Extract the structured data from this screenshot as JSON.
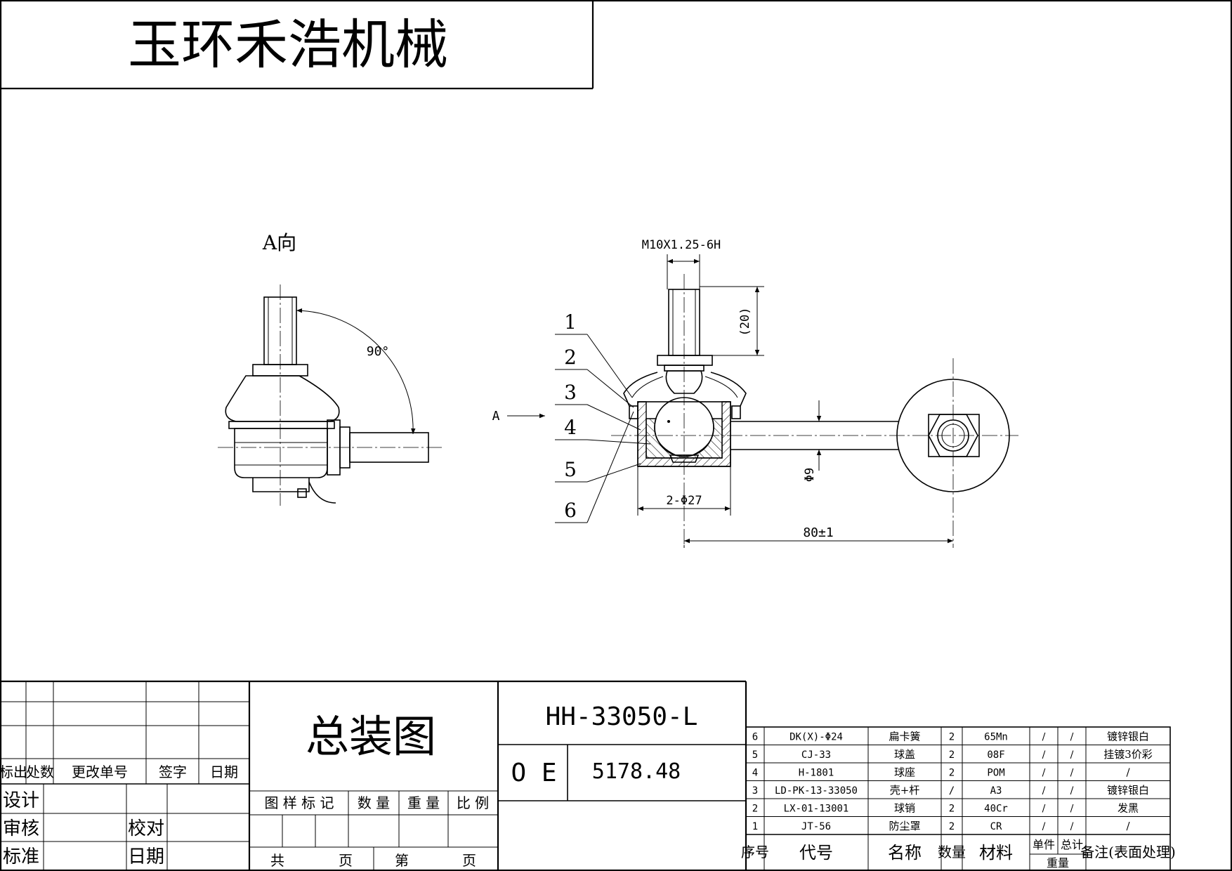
{
  "company": "玉环禾浩机械",
  "drawing": {
    "view_a_label": "A向",
    "angle": "90°",
    "thread": "M10X1.25-6H",
    "dim_20": "(20)",
    "dim_phi9": "Φ9",
    "dim_2phi27": "2-Φ27",
    "dim_80": "80±1",
    "arrow_a": "A",
    "callouts": [
      "1",
      "2",
      "3",
      "4",
      "5",
      "6"
    ]
  },
  "title_block": {
    "title": "总装图",
    "part_no": "HH-33050-L",
    "oe_label": "O E",
    "oe_number": "5178.48",
    "rev_headers": [
      "标出",
      "处数",
      "更改单号",
      "签字",
      "日期"
    ],
    "sign_rows": [
      "设计",
      "审核",
      "标准"
    ],
    "sign_right": [
      "校对",
      "日期"
    ],
    "mid_headers": [
      "图 样 标 记",
      "数 量",
      "重 量",
      "比 例"
    ],
    "sheet_row": [
      "共",
      "页",
      "第",
      "页"
    ]
  },
  "bom": {
    "rows": [
      {
        "seq": "6",
        "code": "DK(X)-Φ24",
        "name": "扁卡簧",
        "qty": "2",
        "mat": "65Mn",
        "unit": "/",
        "total": "/",
        "note": "镀锌银白"
      },
      {
        "seq": "5",
        "code": "CJ-33",
        "name": "球盖",
        "qty": "2",
        "mat": "08F",
        "unit": "/",
        "total": "/",
        "note": "挂镀3价彩"
      },
      {
        "seq": "4",
        "code": "H-1801",
        "name": "球座",
        "qty": "2",
        "mat": "POM",
        "unit": "/",
        "total": "/",
        "note": "/"
      },
      {
        "seq": "3",
        "code": "LD-PK-13-33050",
        "name": "壳+杆",
        "qty": "/",
        "mat": "A3",
        "unit": "/",
        "total": "/",
        "note": "镀锌银白"
      },
      {
        "seq": "2",
        "code": "LX-01-13001",
        "name": "球销",
        "qty": "2",
        "mat": "40Cr",
        "unit": "/",
        "total": "/",
        "note": "发黑"
      },
      {
        "seq": "1",
        "code": "JT-56",
        "name": "防尘罩",
        "qty": "2",
        "mat": "CR",
        "unit": "/",
        "total": "/",
        "note": "/"
      }
    ],
    "headers": {
      "seq": "序号",
      "code": "代号",
      "name": "名称",
      "qty": "数量",
      "mat": "材料",
      "unit": "单件",
      "total": "总计",
      "weight": "重量",
      "note": "备注(表面处理)"
    }
  }
}
